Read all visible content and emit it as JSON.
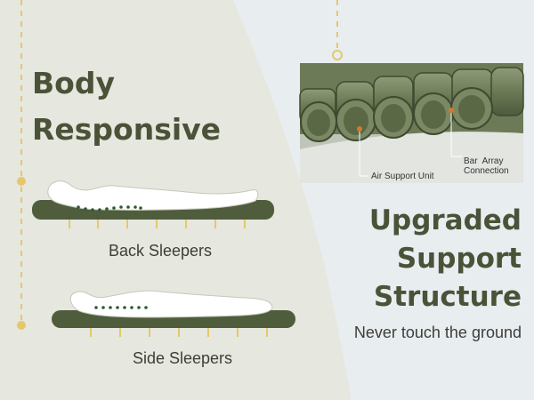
{
  "left_panel": {
    "heading_line1": "Body",
    "heading_line2": "Responsive",
    "back_label": "Back Sleepers",
    "side_label": "Side Sleepers"
  },
  "right_panel": {
    "heading_lines": [
      "Upgraded",
      "Support",
      "Structure"
    ],
    "tagline": "Never touch the ground",
    "callout_air": "Air Support Unit",
    "callout_bar_line1": "Bar  Array",
    "callout_bar_line2": "Connection"
  },
  "colors": {
    "left_bg": "#e6e7df",
    "right_bg": "#e8edf0",
    "olive": "#4f5d3c",
    "gold_accent": "#e4c86a",
    "text_olive": "#4a5238",
    "callout_dot": "#d47a2a"
  }
}
